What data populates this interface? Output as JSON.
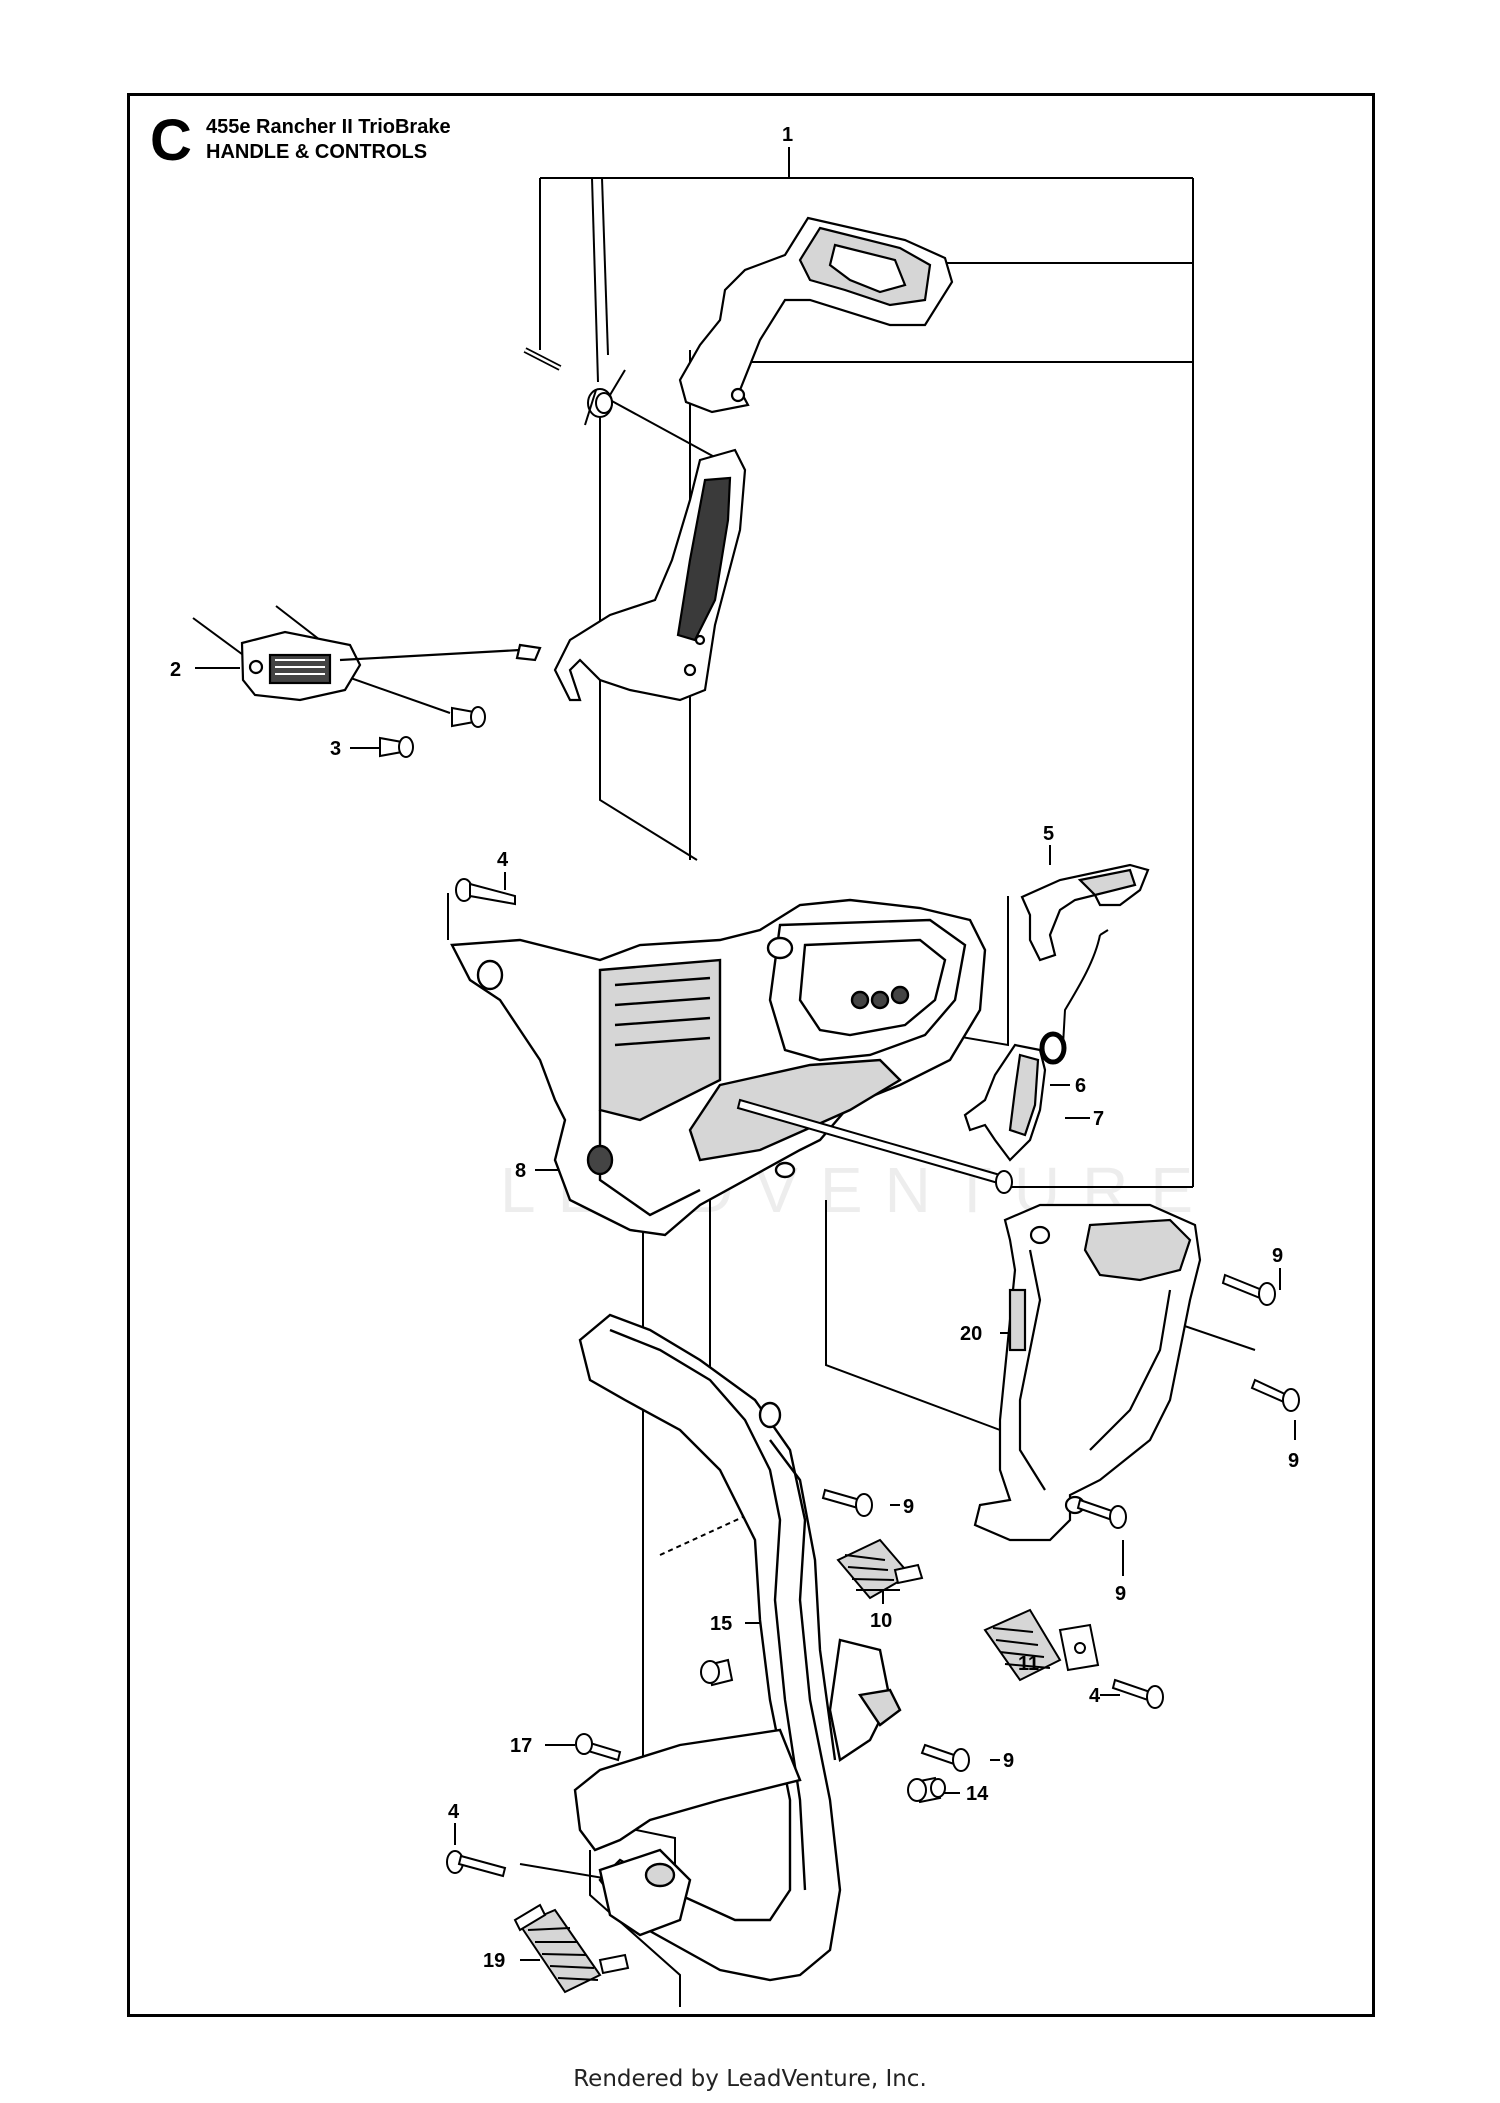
{
  "header": {
    "section_letter": "C",
    "model": "455e Rancher II TrioBrake",
    "section": "HANDLE & CONTROLS"
  },
  "watermark": "LEADVENTURE",
  "footer": "Rendered by LeadVenture, Inc.",
  "callouts": [
    "1",
    "2",
    "3",
    "4",
    "5",
    "6",
    "7",
    "8",
    "9",
    "9",
    "9",
    "9",
    "9",
    "10",
    "11",
    "4",
    "15",
    "17",
    "14",
    "4",
    "19",
    "20"
  ],
  "colors": {
    "line": "#000000",
    "part_fill": "#ffffff",
    "part_shade": "#cfcfcf",
    "dark": "#3a3a3a"
  }
}
